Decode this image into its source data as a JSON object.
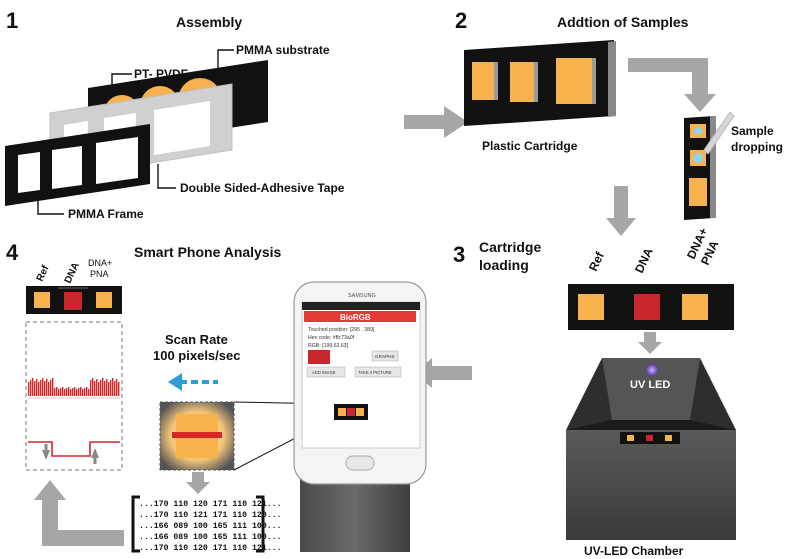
{
  "steps": {
    "s1": {
      "number": "1",
      "title": "Assembly"
    },
    "s2": {
      "number": "2",
      "title": "Addtion of Samples"
    },
    "s3": {
      "number": "3",
      "title_line1": "Cartridge",
      "title_line2": "loading"
    },
    "s4": {
      "number": "4",
      "title": "Smart Phone Analysis"
    }
  },
  "labels": {
    "pmma_substrate": "PMMA substrate",
    "pt_pvdf": "PT- PVDF",
    "double_tape": "Double Sided-Adhesive Tape",
    "pmma_frame": "PMMA Frame",
    "plastic_cartridge": "Plastic Cartridge",
    "sample_dropping_1": "Sample",
    "sample_dropping_2": "dropping",
    "ref": "Ref",
    "dna": "DNA",
    "dna_pna_1": "DNA+",
    "dna_pna_2": "PNA",
    "uv_led": "UV LED",
    "uv_led_chamber": "UV-LED Chamber",
    "scan_rate_1": "Scan Rate",
    "scan_rate_2": "100 pixels/sec"
  },
  "phone": {
    "brand": "SAMSUNG",
    "app_title": "BioRGB",
    "touched": "Touched position: [295 , 389]",
    "hex": "Hex code: #ffc73a0f",
    "rgb": "RGB: [199,62,63]",
    "graph_btn": "GRAPHS",
    "add_image_btn": "ADD IMAGE",
    "take_picture_btn": "TAKE A PICTURE"
  },
  "matrix": {
    "rows": [
      "...170 110 120 171 110 121...",
      "...170 110 121 171 110 120...",
      "...166 089 100 165 111 100...",
      "...166 089 100 165 111 100...",
      "...170 110 120 171 110 121..."
    ]
  },
  "colors": {
    "well_orange": "#F7B24E",
    "dna_red": "#C8282C",
    "arrow_gray": "#A6A6A6",
    "scan_blue": "#2D9CDB",
    "app_red": "#E53935"
  }
}
